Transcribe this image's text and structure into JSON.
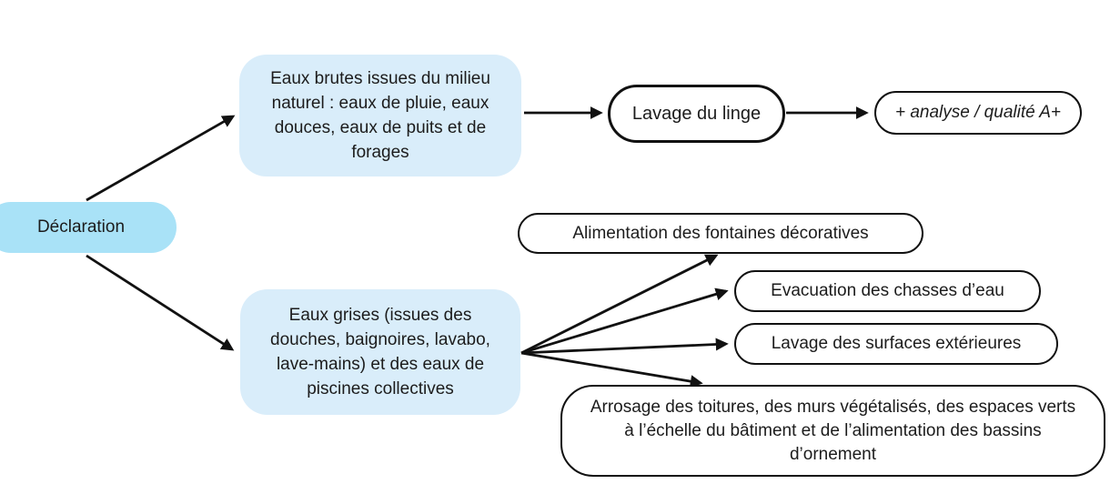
{
  "diagram": {
    "title_hint": "Réglementation eaux non conventionnelles - usages déclarés",
    "colors": {
      "background": "#ffffff",
      "root_fill": "#a9e2f7",
      "source_fill": "#d9edfa",
      "outline": "#111111",
      "text": "#1c1c1c"
    },
    "root": {
      "label": "Déclaration"
    },
    "sources": [
      {
        "id": "eaux-brutes",
        "label": "Eaux brutes issues du milieu naturel : eaux de pluie, eaux douces, eaux de puits et de forages"
      },
      {
        "id": "eaux-grises",
        "label": "Eaux grises (issues des douches, baignoires, lavabo, lave-mains) et des eaux de piscines collectives"
      }
    ],
    "top_chain": [
      {
        "id": "lavage-linge",
        "label": "Lavage du linge"
      },
      {
        "id": "analyse-qualite",
        "label": "+ analyse / qualité A+"
      }
    ],
    "bottom_uses": [
      {
        "id": "fontaines",
        "label": "Alimentation des fontaines décoratives"
      },
      {
        "id": "chasses-eau",
        "label": "Evacuation des chasses d’eau"
      },
      {
        "id": "surfaces-exterieures",
        "label": "Lavage des surfaces extérieures"
      },
      {
        "id": "arrosage",
        "label": "Arrosage des toitures, des murs végétalisés, des espaces verts à l’échelle du bâtiment et de l’alimentation des bassins d’ornement"
      }
    ]
  }
}
